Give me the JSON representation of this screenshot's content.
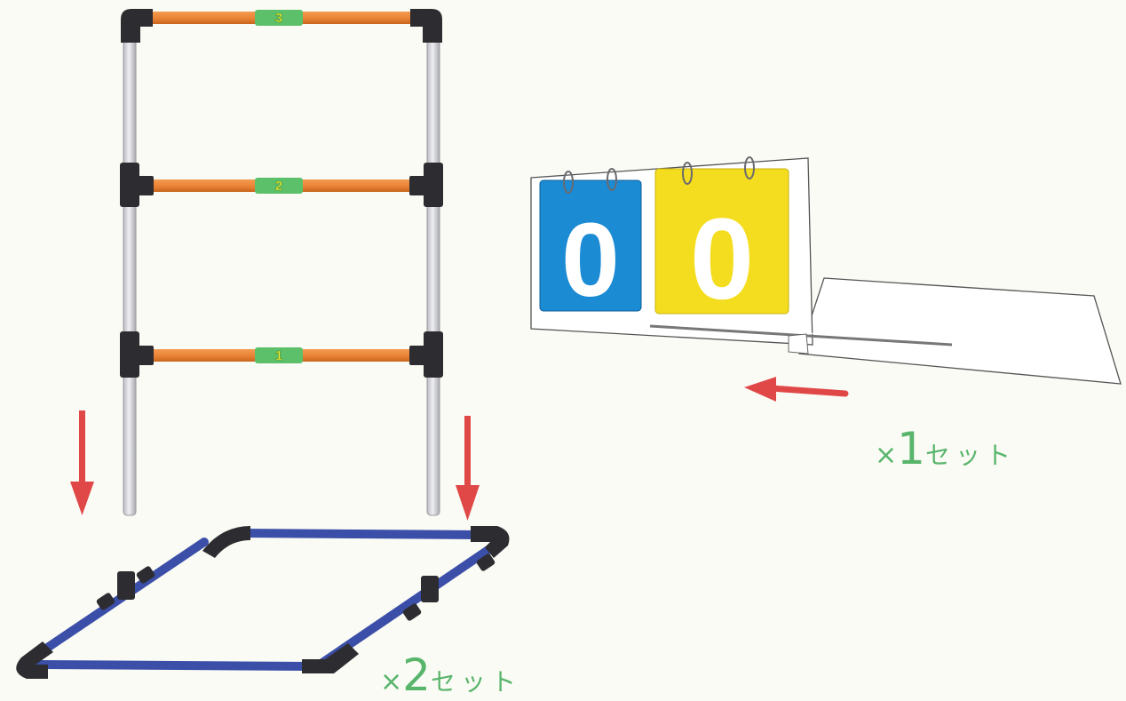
{
  "ladder": {
    "rungs": [
      {
        "number": "3"
      },
      {
        "number": "2"
      },
      {
        "number": "1"
      }
    ],
    "colors": {
      "rung": "#ec8537",
      "rung_label_band": "#5cc06a",
      "rung_number": "#f0f03a",
      "pole": "#d9dade",
      "connector": "#2d2d31",
      "base_tube": "#3b4fa8",
      "arrow": "#e04848"
    },
    "set_label": {
      "mult": "×",
      "count": "2",
      "unit": "セット"
    }
  },
  "scoreboard": {
    "cards": [
      {
        "digit": "0",
        "color": "#1b8bd4"
      },
      {
        "digit": "0",
        "color": "#f4dd1f"
      }
    ],
    "set_label": {
      "mult": "×",
      "count": "1",
      "unit": "セット"
    }
  },
  "label_color": "#59b56c"
}
